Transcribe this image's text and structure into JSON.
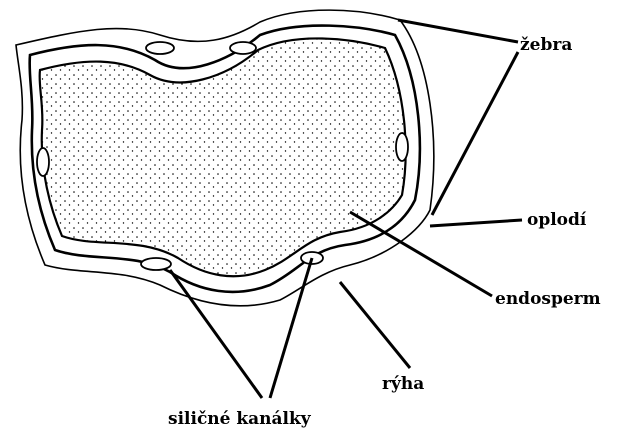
{
  "labels": {
    "zebra": "žebra",
    "oplodi": "oplodí",
    "endosperm": "endosperm",
    "ryha": "rýha",
    "silicne_kanalky": "siličné kanálky"
  },
  "colors": {
    "ink": "#000000",
    "background": "#ffffff",
    "tissue_fill": "#ffffff"
  }
}
